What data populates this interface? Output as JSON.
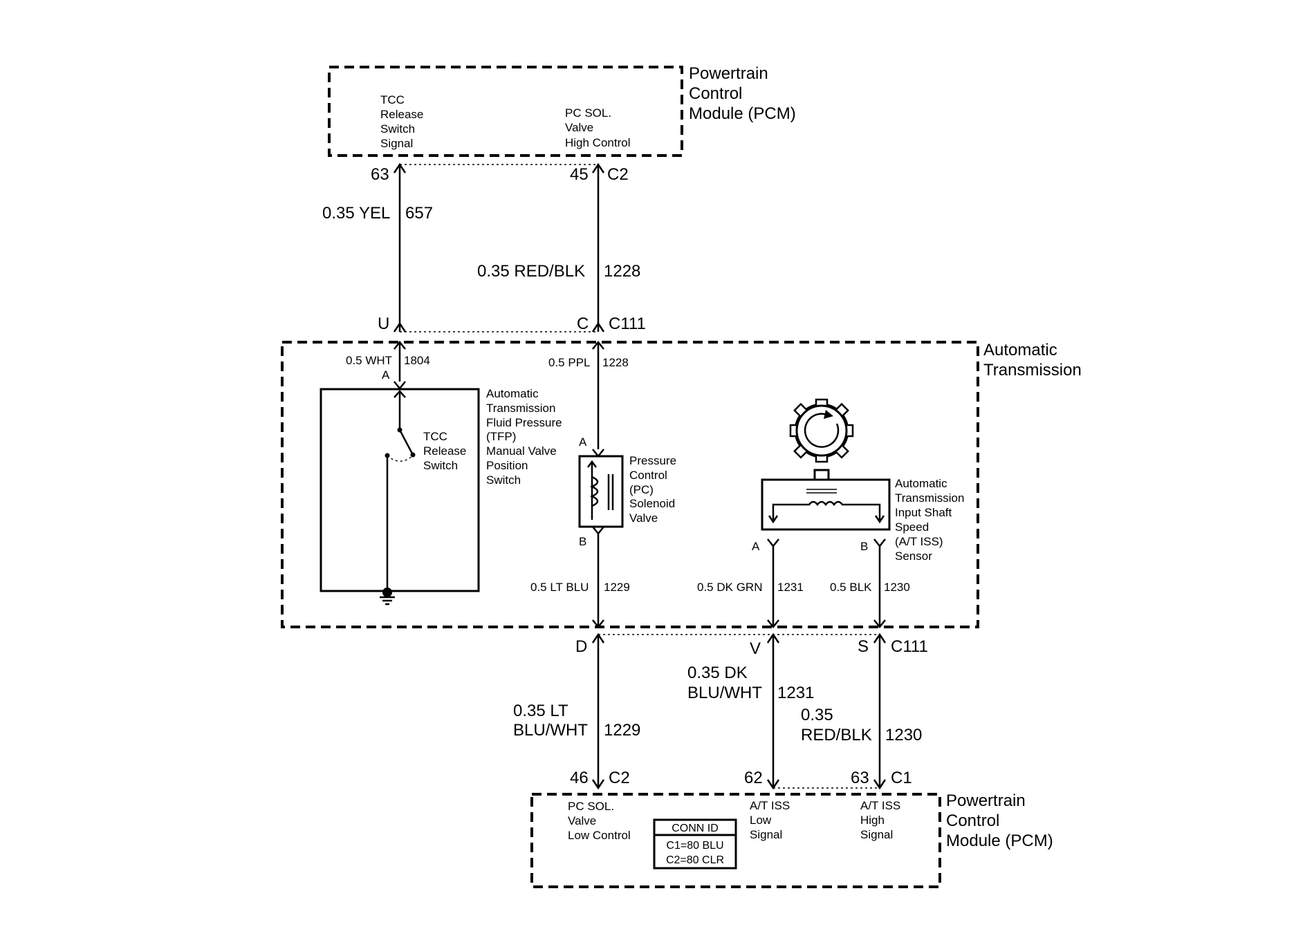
{
  "pcm_top": {
    "title": [
      "Powertrain",
      "Control",
      "Module (PCM)"
    ],
    "tcc_signal": [
      "TCC",
      "Release",
      "Switch",
      "Signal"
    ],
    "pc_high": [
      "PC SOL.",
      "Valve",
      "High Control"
    ],
    "pin_63": "63",
    "pin_45": "45",
    "conn_c2": "C2"
  },
  "wires_top": {
    "yel": "0.35 YEL",
    "yel_circuit": "657",
    "redblk": "0.35 RED/BLK",
    "redblk_circuit": "1228"
  },
  "c111_top": {
    "pin_u": "U",
    "pin_c": "C",
    "conn": "C111"
  },
  "transmission": {
    "title": [
      "Automatic",
      "Transmission"
    ],
    "wht": "0.5 WHT",
    "wht_circuit": "1804",
    "ppl": "0.5 PPL",
    "ppl_circuit": "1228",
    "tfp_pin_a": "A",
    "tfp_label": [
      "Automatic",
      "Transmission",
      "Fluid Pressure",
      "(TFP)",
      "Manual Valve",
      "Position",
      "Switch"
    ],
    "tcc_switch": [
      "TCC",
      "Release",
      "Switch"
    ],
    "pc_pin_a": "A",
    "pc_pin_b": "B",
    "pc_label": [
      "Pressure",
      "Control",
      "(PC)",
      "Solenoid",
      "Valve"
    ],
    "iss_pin_a": "A",
    "iss_pin_b": "B",
    "iss_label": [
      "Automatic",
      "Transmission",
      "Input Shaft",
      "Speed",
      "(A/T ISS)",
      "Sensor"
    ],
    "ltblu": "0.5 LT BLU",
    "ltblu_circuit": "1229",
    "dkgrn": "0.5 DK GRN",
    "dkgrn_circuit": "1231",
    "blk": "0.5 BLK",
    "blk_circuit": "1230"
  },
  "c111_bottom": {
    "pin_d": "D",
    "pin_v": "V",
    "pin_s": "S",
    "conn": "C111"
  },
  "wires_bottom": {
    "ltbluwht": [
      "0.35 LT",
      "BLU/WHT"
    ],
    "ltbluwht_circuit": "1229",
    "dkbluwht": [
      "0.35 DK",
      "BLU/WHT"
    ],
    "dkbluwht_circuit": "1231",
    "redblk": [
      "0.35",
      "RED/BLK"
    ],
    "redblk_circuit": "1230"
  },
  "pcm_bottom": {
    "pin_46": "46",
    "conn_c2": "C2",
    "pin_62": "62",
    "pin_63": "63",
    "conn_c1": "C1",
    "title": [
      "Powertrain",
      "Control",
      "Module (PCM)"
    ],
    "pc_low": [
      "PC SOL.",
      "Valve",
      "Low Control"
    ],
    "iss_low": [
      "A/T ISS",
      "Low",
      "Signal"
    ],
    "iss_high": [
      "A/T ISS",
      "High",
      "Signal"
    ],
    "conn_id": {
      "header": "CONN ID",
      "c1": "C1=80 BLU",
      "c2": "C2=80 CLR"
    }
  }
}
